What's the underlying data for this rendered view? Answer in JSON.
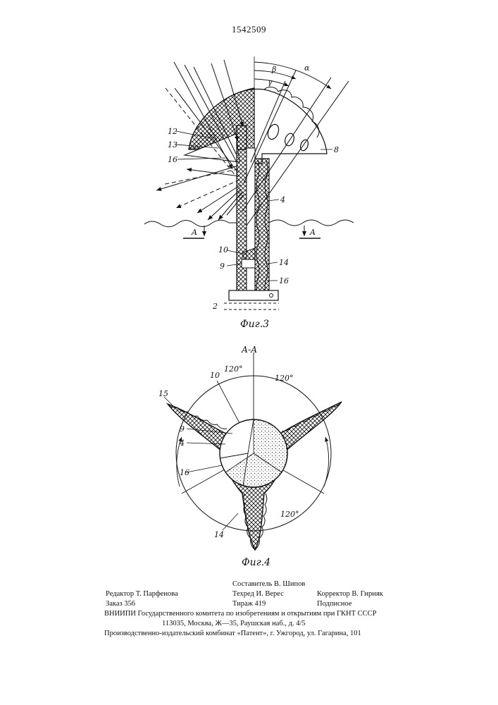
{
  "document": {
    "patent_number": "1542509"
  },
  "figure3": {
    "caption": "Фиг.3",
    "angle_labels": [
      "β",
      "γ",
      "α"
    ],
    "part_labels": [
      "12",
      "13",
      "16",
      "8",
      "4",
      "10",
      "9",
      "14",
      "16",
      "2"
    ],
    "section_labels": [
      "A",
      "A"
    ]
  },
  "figure4": {
    "section_title": "А-А",
    "caption": "Фиг.4",
    "angle_labels": [
      "120°",
      "120°",
      "120°"
    ],
    "part_labels": [
      "15",
      "10",
      "9",
      "4",
      "16",
      "14"
    ]
  },
  "footer": {
    "editor": "Редактор Т. Парфенова",
    "order": "Заказ 356",
    "compiler": "Составитель В. Шипов",
    "techred": "Техред И. Верес",
    "circulation": "Тираж 419",
    "corrector": "Корректор В. Гирняк",
    "subscription": "Подписное",
    "org_line": "ВНИИПИ Государственного комитета по изобретениям и открытиям при ГКНТ СССР",
    "address_line": "113035, Москва, Ж—35, Раушская наб., д. 4/5",
    "publisher_line": "Производственно-издательский комбинат «Патент», г. Ужгород, ул. Гагарина, 101"
  }
}
